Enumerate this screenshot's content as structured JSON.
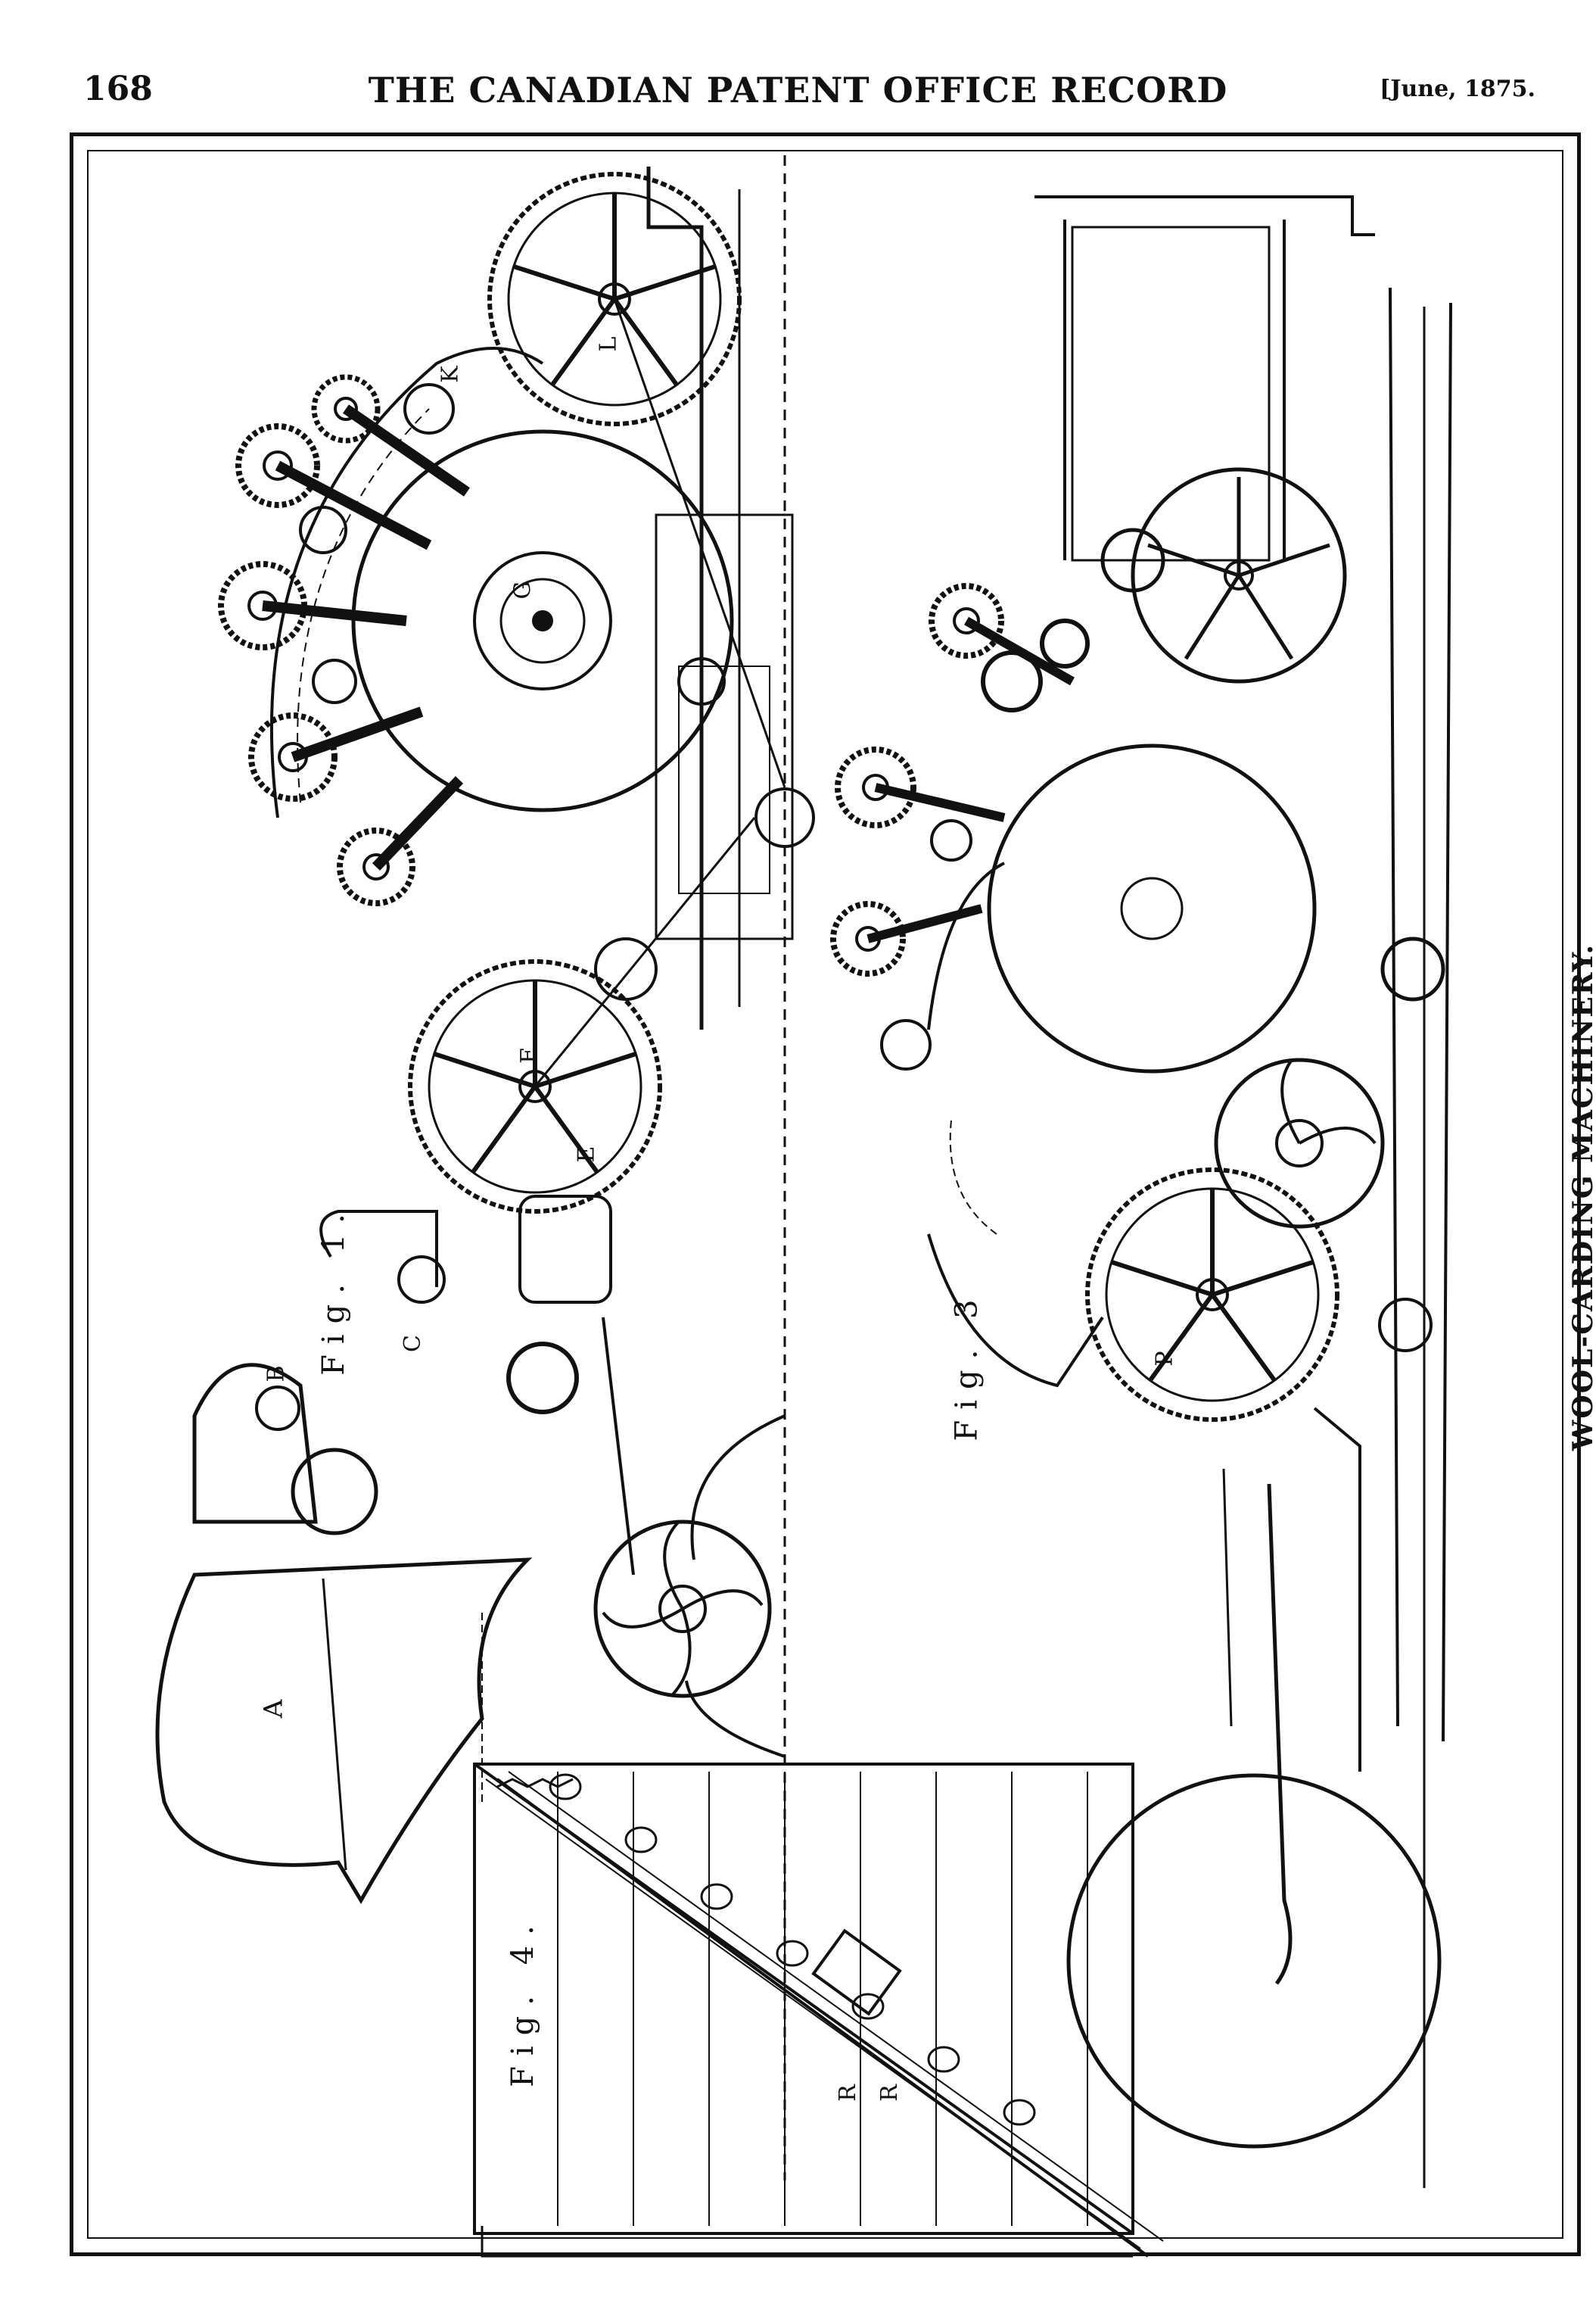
{
  "header": {
    "page_number": "168",
    "running_title": "THE CANADIAN PATENT OFFICE RECORD",
    "issue_date": "[June, 1875."
  },
  "plate": {
    "caption": "WOOL-CARDING MACHINERY.",
    "figures": [
      {
        "label": "Fig. 1."
      },
      {
        "label": "Fig. 3"
      },
      {
        "label": "Fig. 4."
      }
    ],
    "part_letters": [
      "A",
      "B",
      "C",
      "E",
      "F",
      "G",
      "K",
      "L",
      "P",
      "R",
      "R"
    ]
  }
}
